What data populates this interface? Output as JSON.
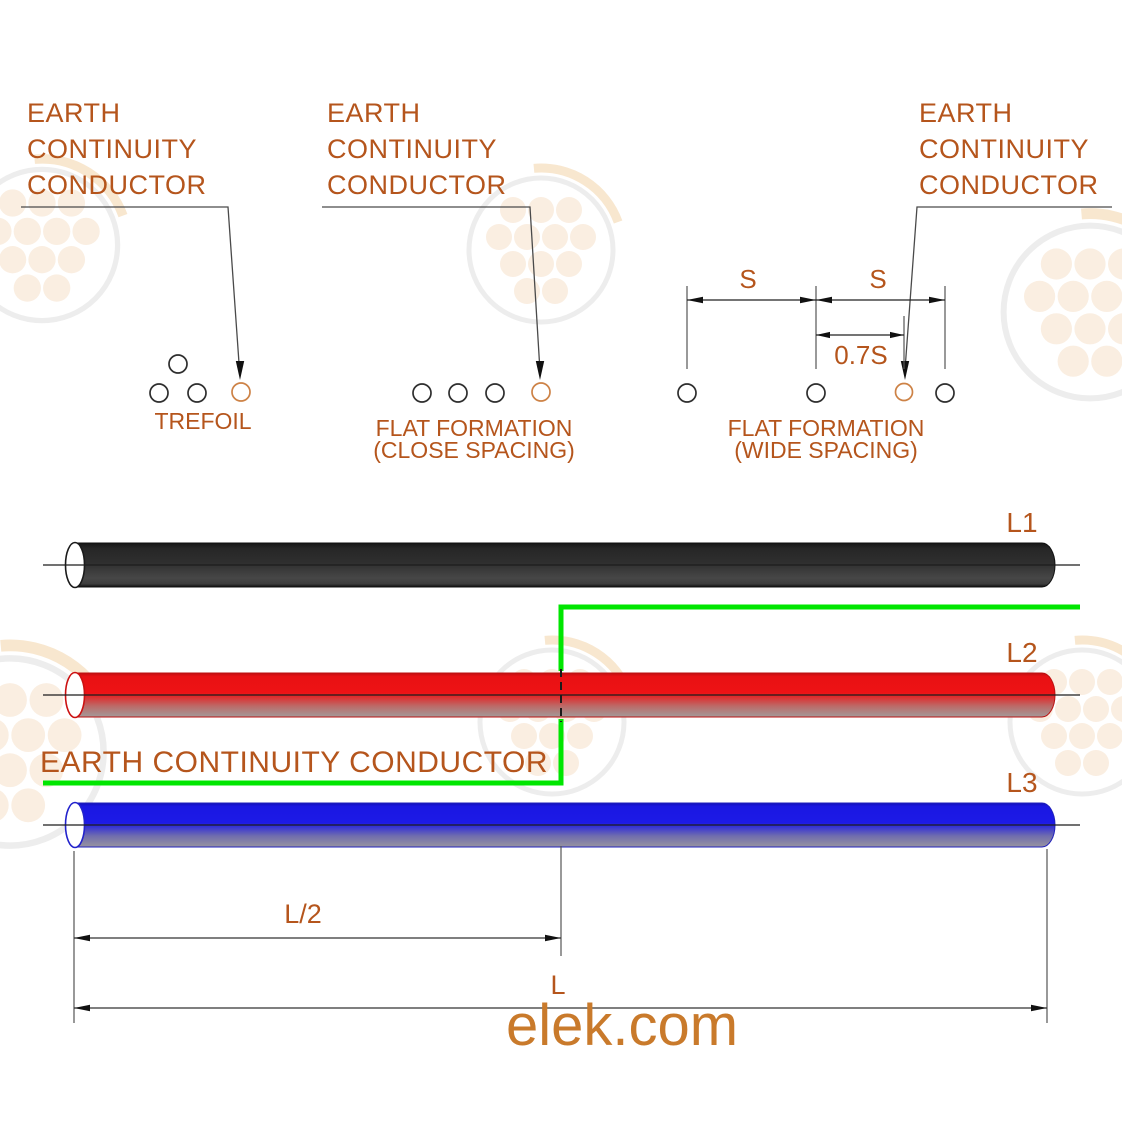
{
  "palette": {
    "label_orange": "#b5551c",
    "brand_orange": "#c97a2b",
    "earth_conductor_green": "#00e600",
    "phase_l1_black": "#2f2f2f",
    "phase_l2_red": "#ee1215",
    "phase_l3_blue": "#1d1ae6"
  },
  "formations": {
    "ecc_lines": [
      "EARTH",
      "CONTINUITY",
      "CONDUCTOR"
    ],
    "trefoil_caption": "TREFOIL",
    "flat_close_caption_1": "FLAT FORMATION",
    "flat_close_caption_2": "(CLOSE SPACING)",
    "flat_wide_caption_1": "FLAT FORMATION",
    "flat_wide_caption_2": "(WIDE SPACING)",
    "dim_s_left": "S",
    "dim_s_right": "S",
    "dim_07s": "0.7S"
  },
  "cables": {
    "l1_label": "L1",
    "l2_label": "L2",
    "l3_label": "L3",
    "ecc_run_label": "EARTH CONTINUITY CONDUCTOR"
  },
  "dimensions": {
    "half_length": "L/2",
    "full_length": "L"
  },
  "brand": "elek.com"
}
